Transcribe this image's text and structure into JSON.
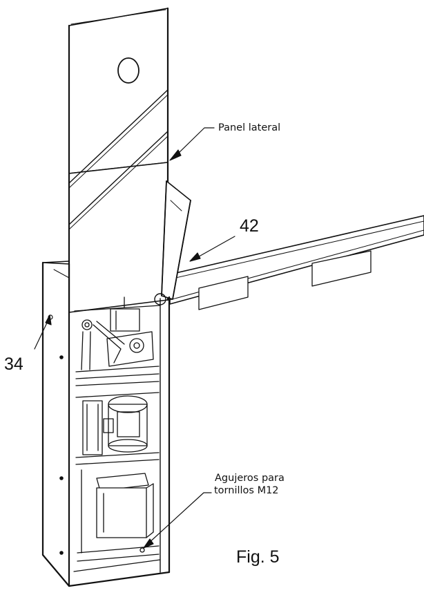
{
  "figure": {
    "caption": "Fig. 5",
    "callouts": {
      "panel_lateral": "Panel lateral",
      "part_42": "42",
      "part_34": "34",
      "holes_line1": "Agujeros para",
      "holes_line2": "tornillos M12"
    }
  },
  "colors": {
    "line": "#111111",
    "background": "#ffffff"
  }
}
